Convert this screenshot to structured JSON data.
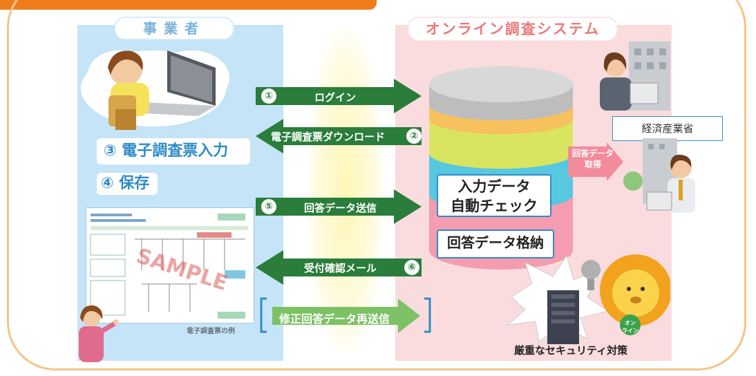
{
  "business_label": "事業者",
  "system_label": "オンライン調査システム",
  "steps": {
    "input": "③ 電子調査票入力",
    "save": "④ 保存"
  },
  "arrows": {
    "login": {
      "num": "①",
      "label": "ログイン"
    },
    "download": {
      "num": "②",
      "label": "電子調査票ダウンロード"
    },
    "send": {
      "num": "⑤",
      "label": "回答データ送信"
    },
    "receipt": {
      "num": "⑥",
      "label": "受付確認メール"
    },
    "resend": {
      "label": "修正回答データ再送信"
    }
  },
  "db": {
    "check_line1": "入力データ",
    "check_line2": "自動チェック",
    "store": "回答データ格納"
  },
  "ministry": "経済産業省",
  "fetch_line1": "回答データ",
  "fetch_line2": "取得",
  "form_caption": "電子調査票の例",
  "form_watermark": "SAMPLE",
  "security": "厳重なセキュリティ対策",
  "mascot_text": "オン ライン",
  "colors": {
    "arrow_green": "#2a7d3a",
    "frame_orange": "#f5c48a",
    "left_bg": "#c6e4f7",
    "right_bg": "#fadcde"
  }
}
